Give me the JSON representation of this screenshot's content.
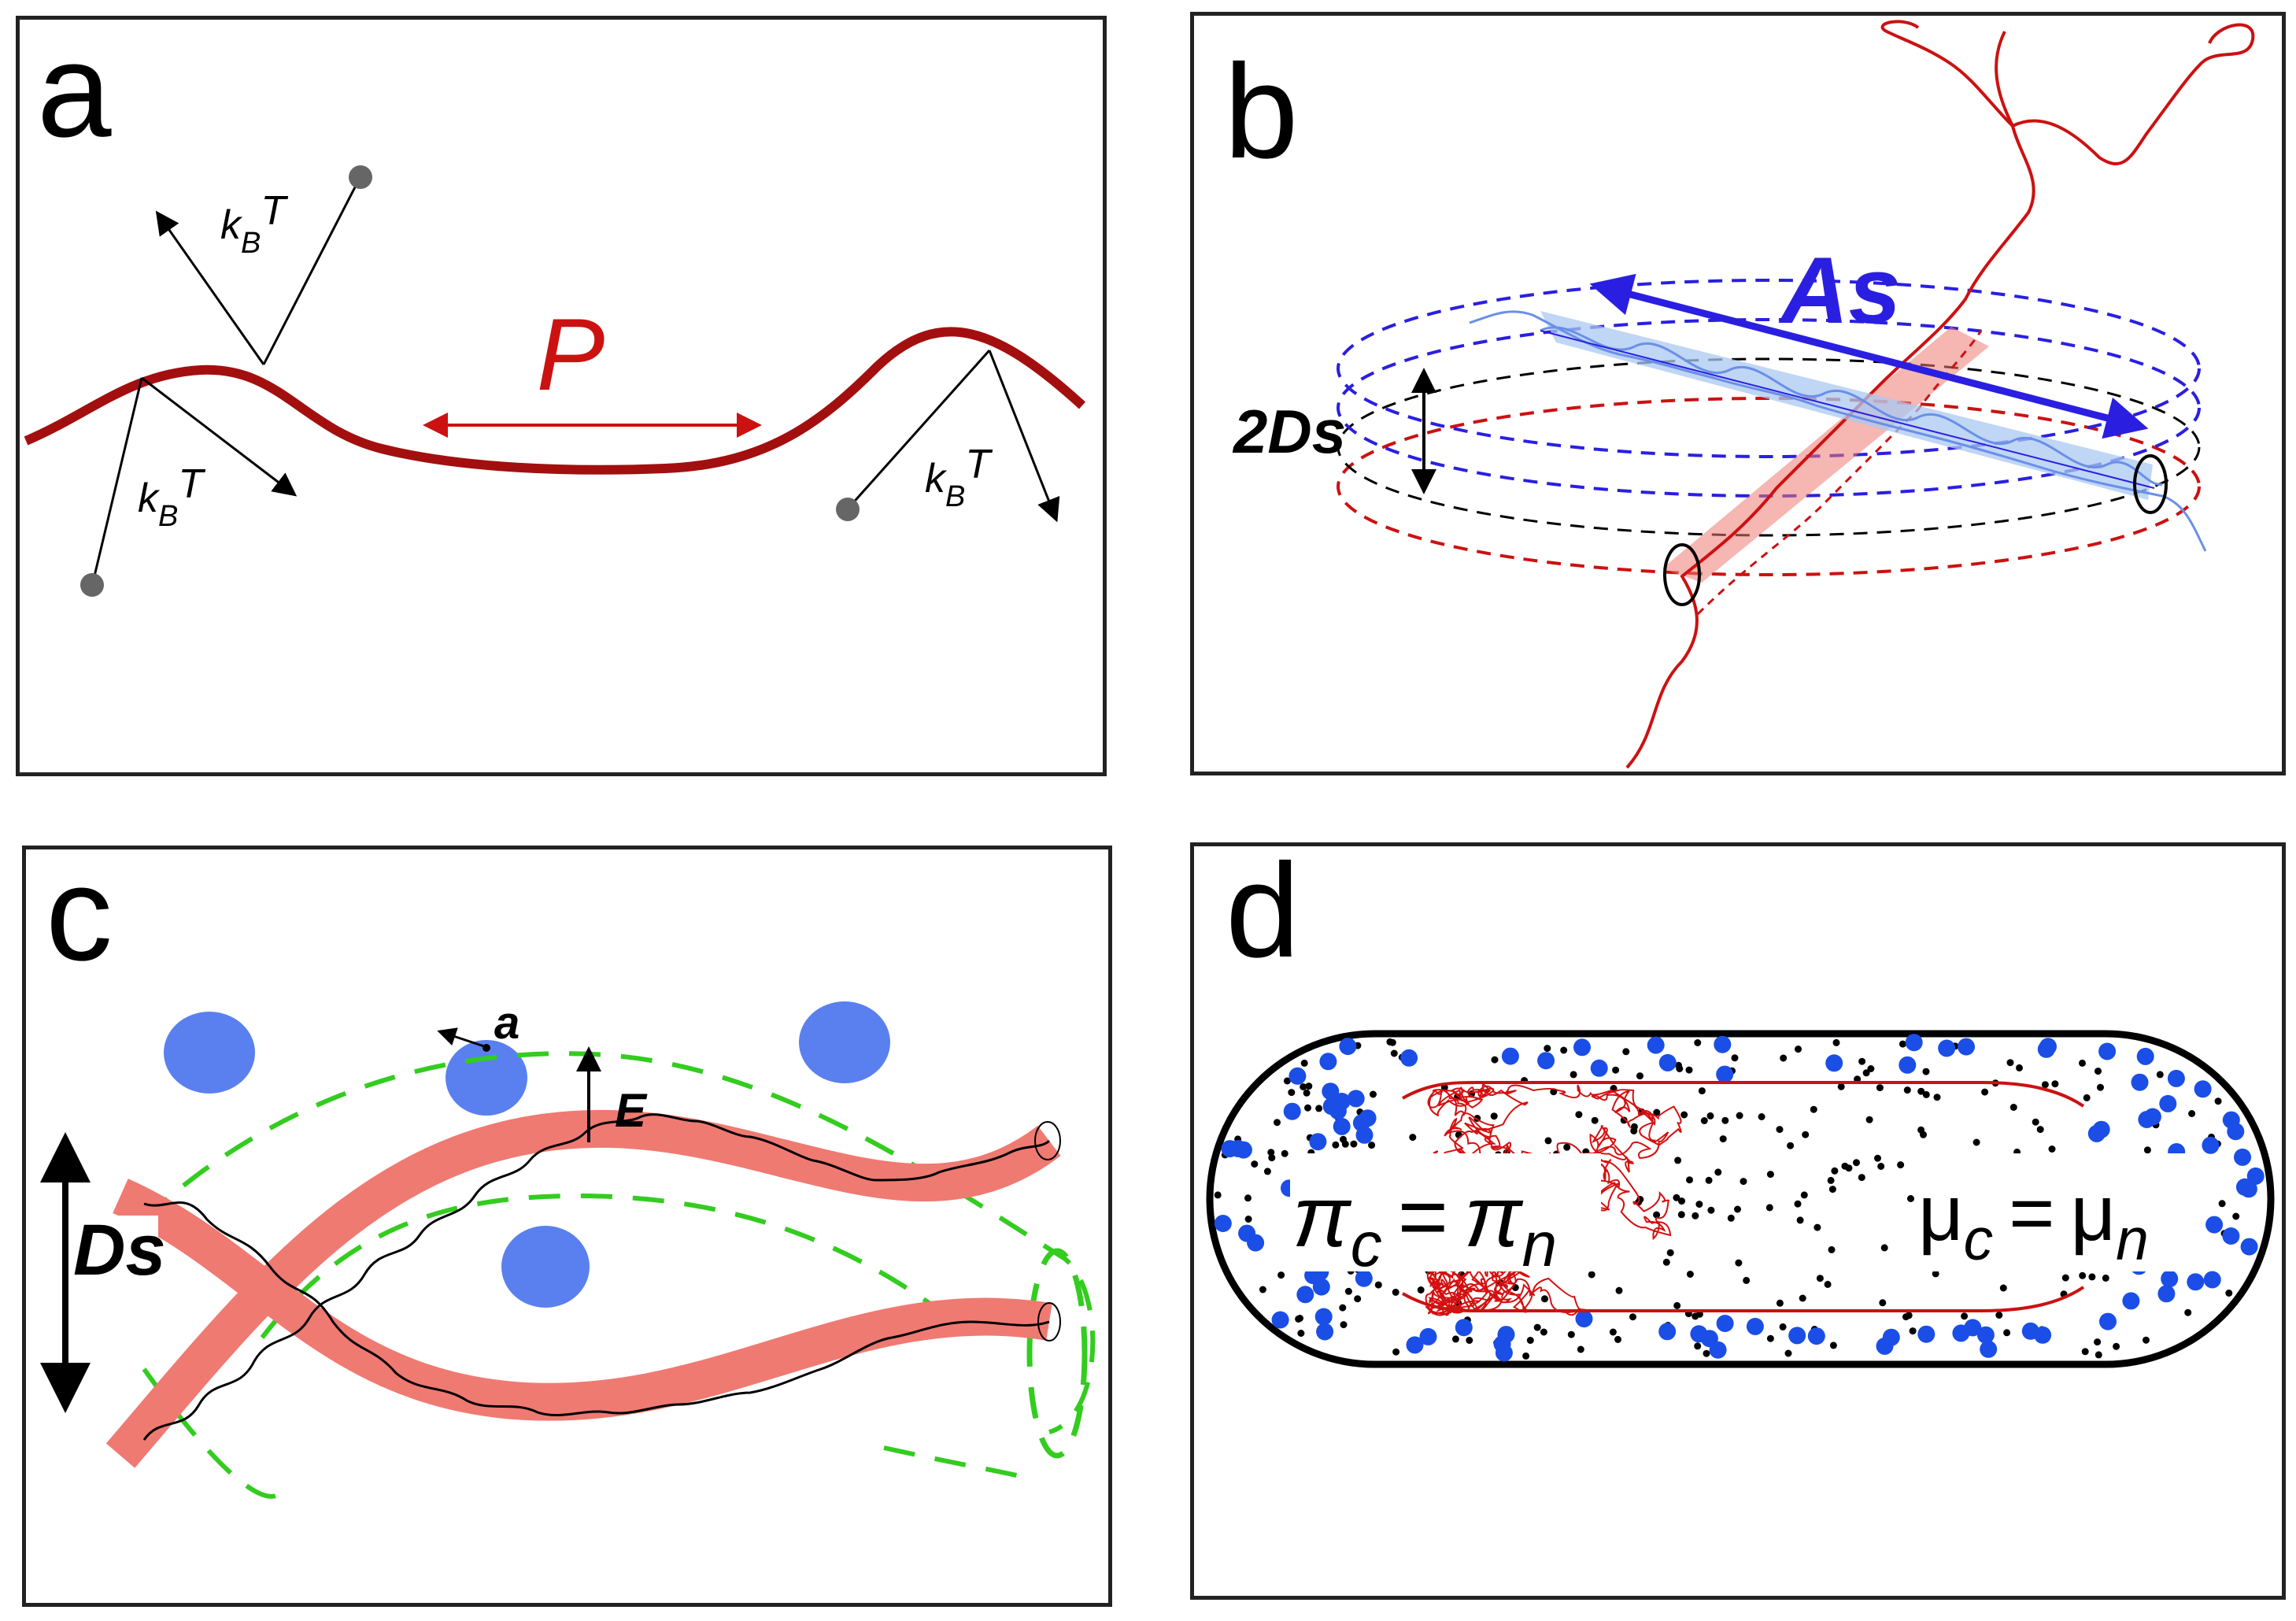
{
  "panels": {
    "a": {
      "label": "a",
      "persistence_label": "P",
      "kbt_k": "k",
      "kbt_b": "B",
      "kbt_t": "T"
    },
    "b": {
      "label": "b",
      "as_label": "As",
      "twods_label": "2Ds"
    },
    "c": {
      "label": "c",
      "a_label": "a",
      "e_label": "E",
      "ds_label": "Ds"
    },
    "d": {
      "label": "d",
      "pi": "π",
      "mu": "μ",
      "sub_c": "c",
      "sub_n": "n",
      "equals": "="
    }
  },
  "colors": {
    "polymer_dark_red": "#a30f0f",
    "red": "#cc1111",
    "blue": "#2a1fe0",
    "light_blue": "#a9c8f2",
    "salmon": "#ef7a72",
    "crowder_blue": "#5a80ef",
    "green_dashed": "#33cc1f",
    "dot_blue": "#1a4ee6",
    "gray_particle": "#666666"
  }
}
